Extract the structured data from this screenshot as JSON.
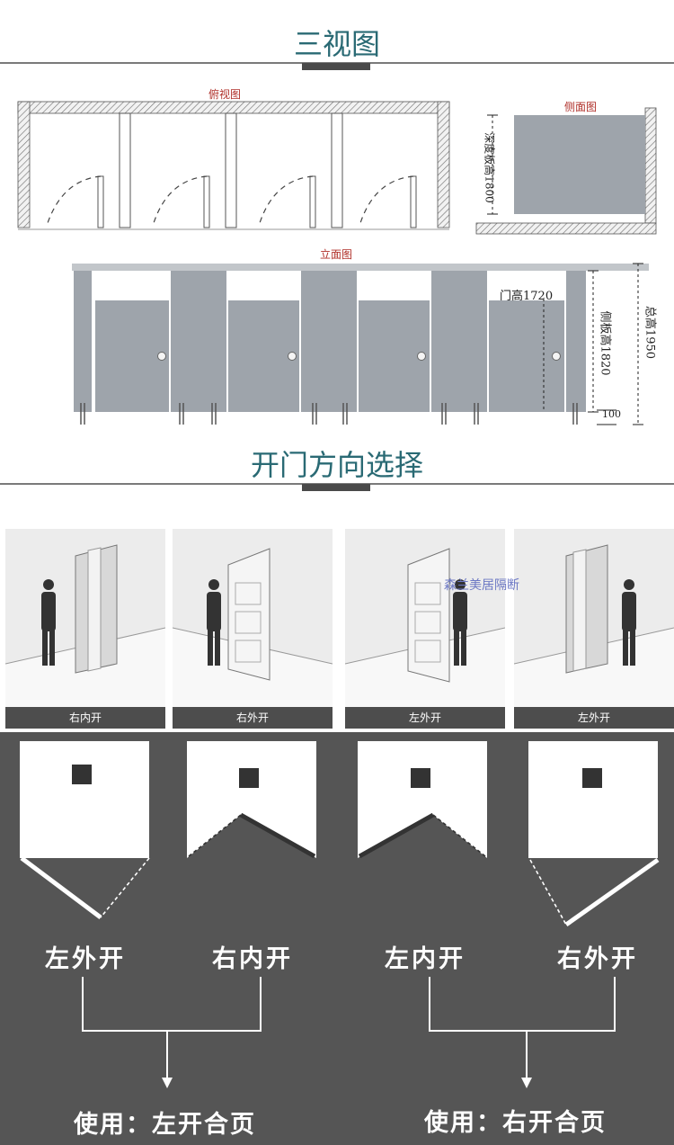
{
  "section1": {
    "title": "三视图"
  },
  "top_view": {
    "label": "俯视图"
  },
  "side_view": {
    "label": "侧面图",
    "depth_label": "深度板高1800"
  },
  "front_view": {
    "label": "立面图",
    "door_height": "门高1720",
    "side_panel_height": "侧板高1820",
    "total_height": "总高1950",
    "leg_height": "100"
  },
  "section2": {
    "title": "开门方向选择"
  },
  "photos": [
    {
      "caption": "右内开"
    },
    {
      "caption": "右外开"
    },
    {
      "caption": "左外开"
    },
    {
      "caption": "左外开"
    }
  ],
  "watermark": "森兰美居隔断",
  "diagrams": [
    {
      "label": "左外开"
    },
    {
      "label": "右内开"
    },
    {
      "label": "左内开"
    },
    {
      "label": "右外开"
    }
  ],
  "usage": [
    {
      "text": "使用：左开合页"
    },
    {
      "text": "使用：右开合页"
    }
  ],
  "colors": {
    "title_teal": "#2a6a74",
    "panel_gray": "#9ea4ab",
    "dark_background": "#555555",
    "label_red": "#b0302a"
  }
}
